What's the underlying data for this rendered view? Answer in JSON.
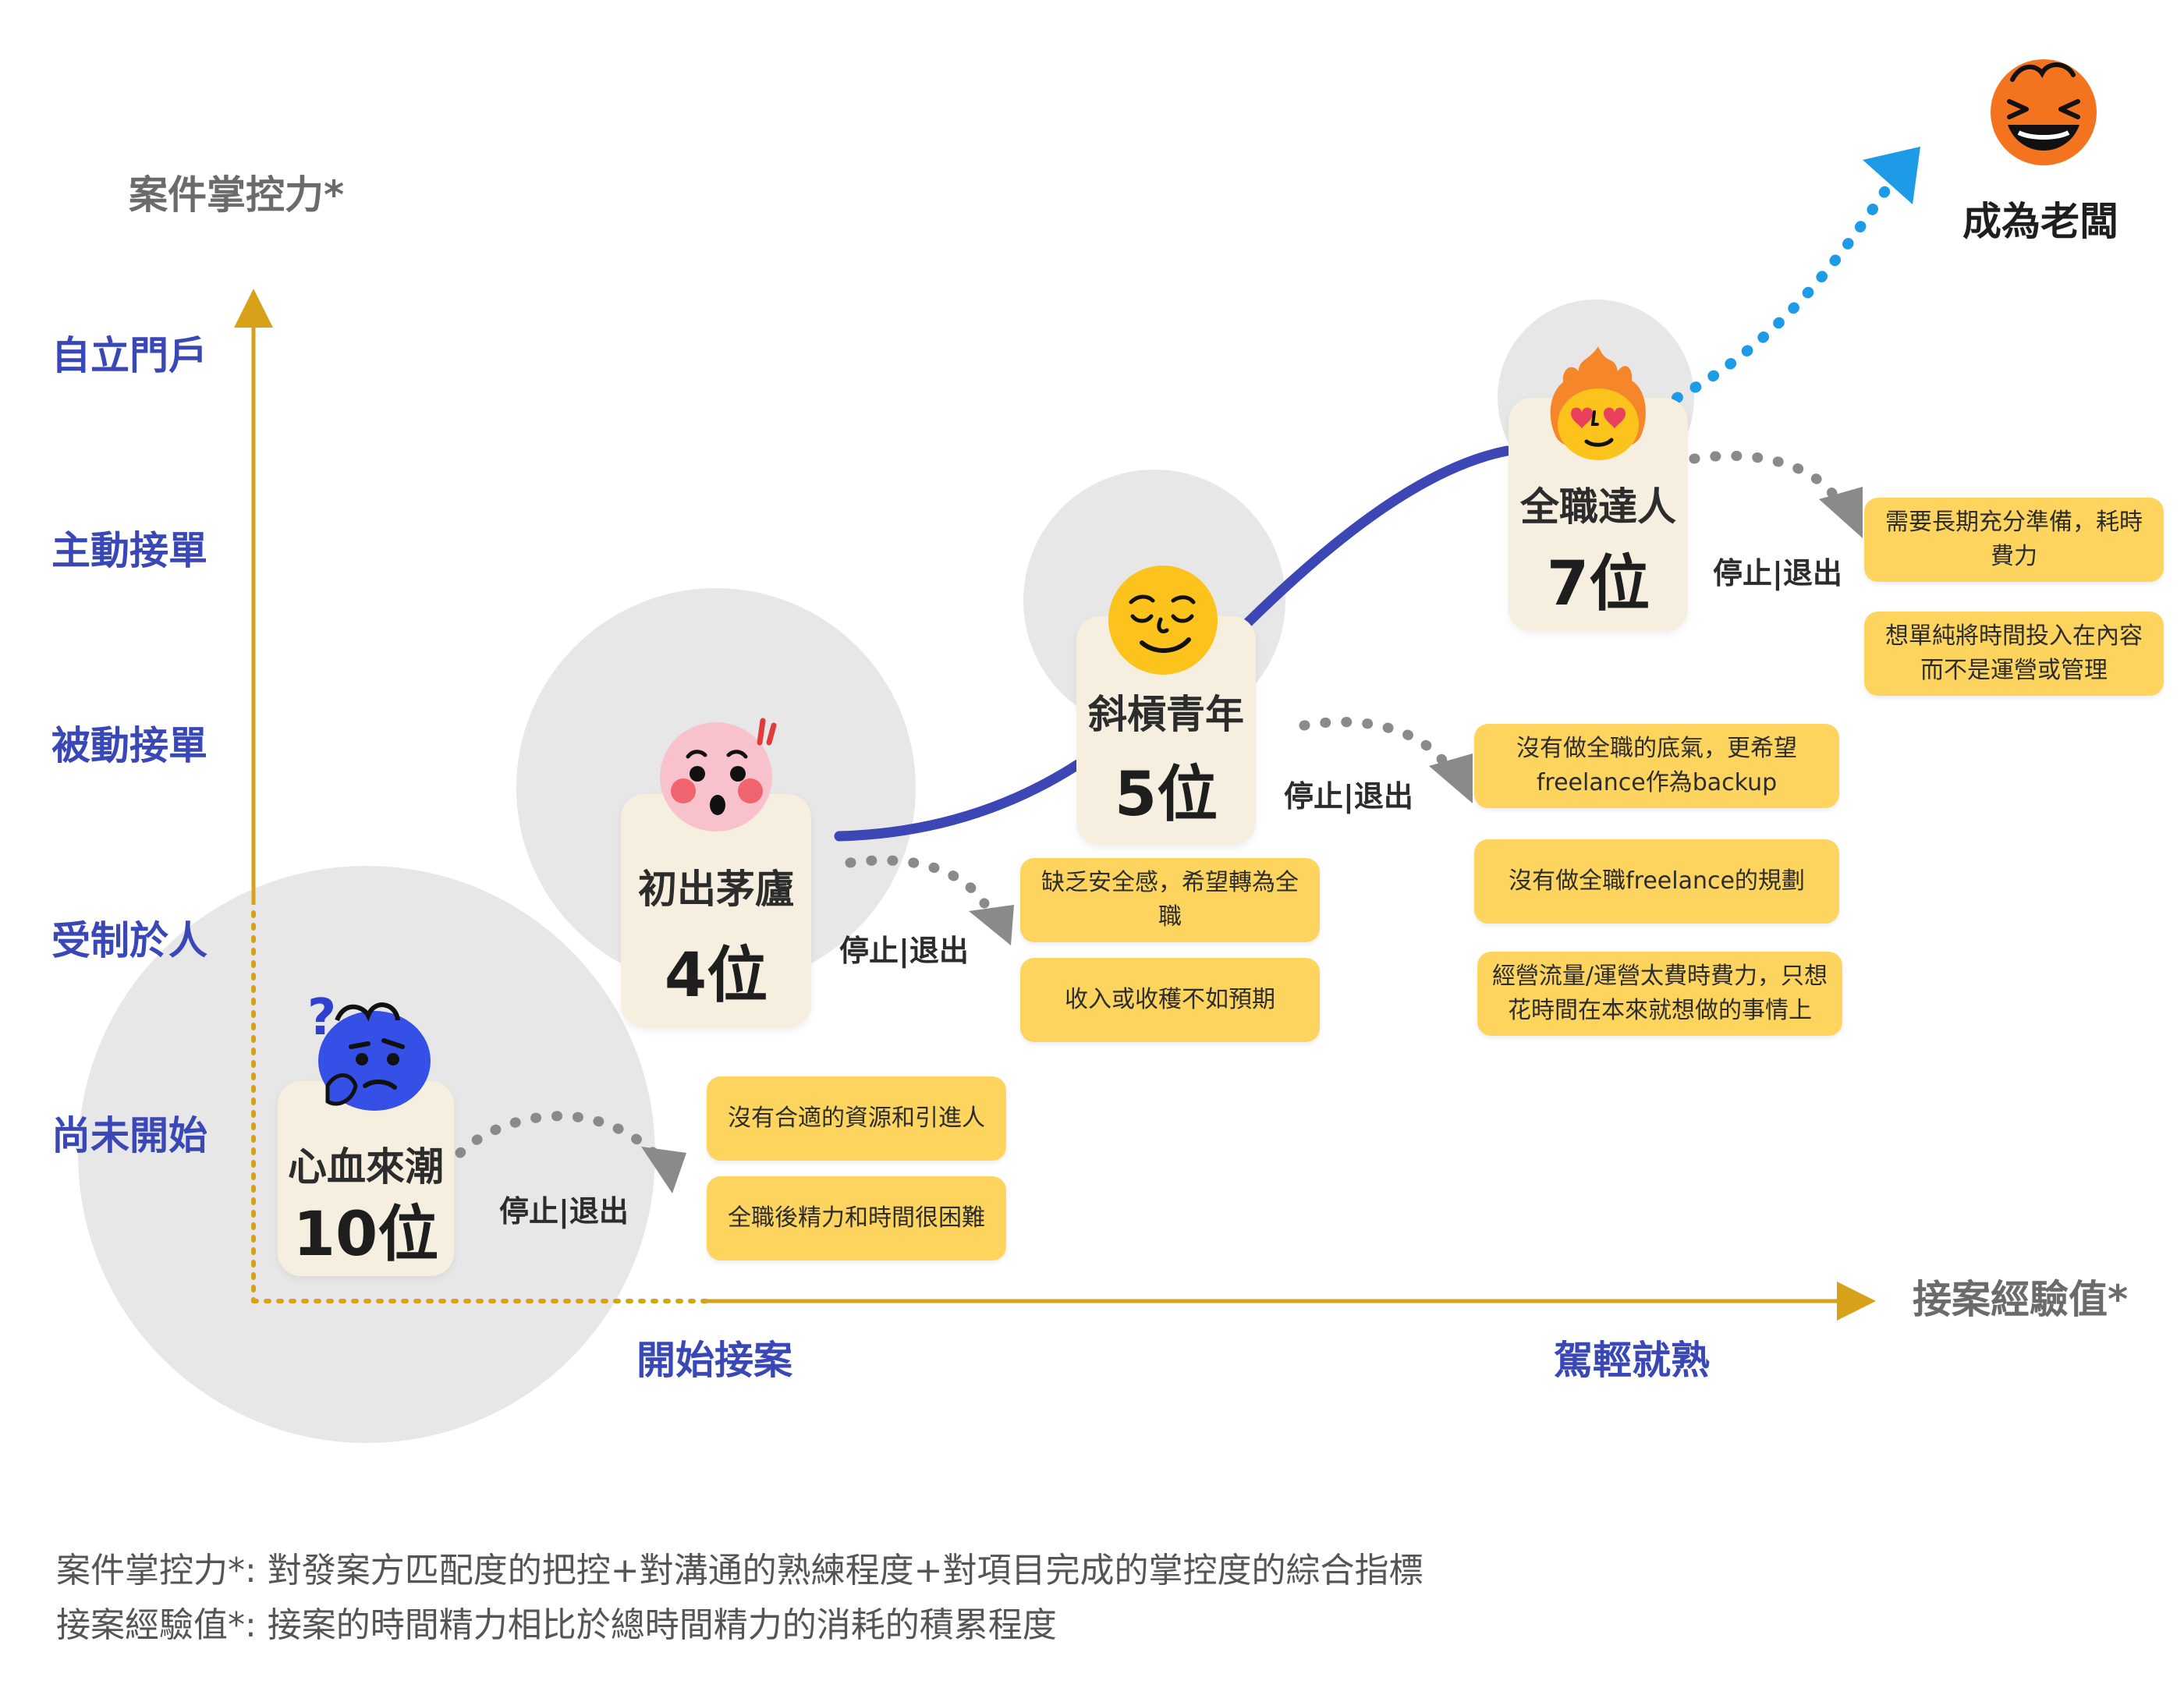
{
  "y_axis": {
    "title": "案件掌控力*",
    "levels": [
      "自立門戶",
      "主動接單",
      "被動接單",
      "受制於人",
      "尚未開始"
    ]
  },
  "x_axis": {
    "title": "接案經驗值*",
    "levels": [
      "開始接案",
      "駕輕就熟"
    ]
  },
  "stop_label": "停止|退出",
  "stages": [
    {
      "name": "心血來潮",
      "count": "10位",
      "icon": "confused-blue-face-icon",
      "reasons": [
        "沒有合適的資源和引進人",
        "全職後精力和時間很困難"
      ]
    },
    {
      "name": "初出茅廬",
      "count": "4位",
      "icon": "surprised-pink-face-icon",
      "reasons": [
        "缺乏安全感，希望轉為全職",
        "收入或收穫不如預期"
      ]
    },
    {
      "name": "斜槓青年",
      "count": "5位",
      "icon": "content-smiley-face-icon",
      "reasons": [
        "沒有做全職的底氣，更希望freelance作為backup",
        "沒有做全職freelance的規劃",
        "經營流量/運營太費時費力，只想花時間在本來就想做的事情上"
      ]
    },
    {
      "name": "全職達人",
      "count": "7位",
      "icon": "fire-heart-eyes-icon",
      "reasons": [
        "需要長期充分準備，耗時費力",
        "想單純將時間投入在內容而不是運營或管理"
      ]
    }
  ],
  "goal": {
    "label": "成為老闆",
    "icon": "laughing-orange-face-icon"
  },
  "footnotes": [
    "案件掌控力*:  對發案方匹配度的把控+對溝通的熟練程度+對項目完成的掌控度的綜合指標",
    "接案經驗值*:  接案的時間精力相比於總時間精力的消耗的積累程度"
  ],
  "colors": {
    "axis": "#d7a21a",
    "path": "#3c47b5",
    "dots_to_goal": "#1e9be6",
    "level_text": "#3a47b6",
    "card": "#f6efdf",
    "reason_box": "#fcd45e",
    "circle": "#e6e6e6",
    "stop_arrow": "#8a8a8a"
  }
}
